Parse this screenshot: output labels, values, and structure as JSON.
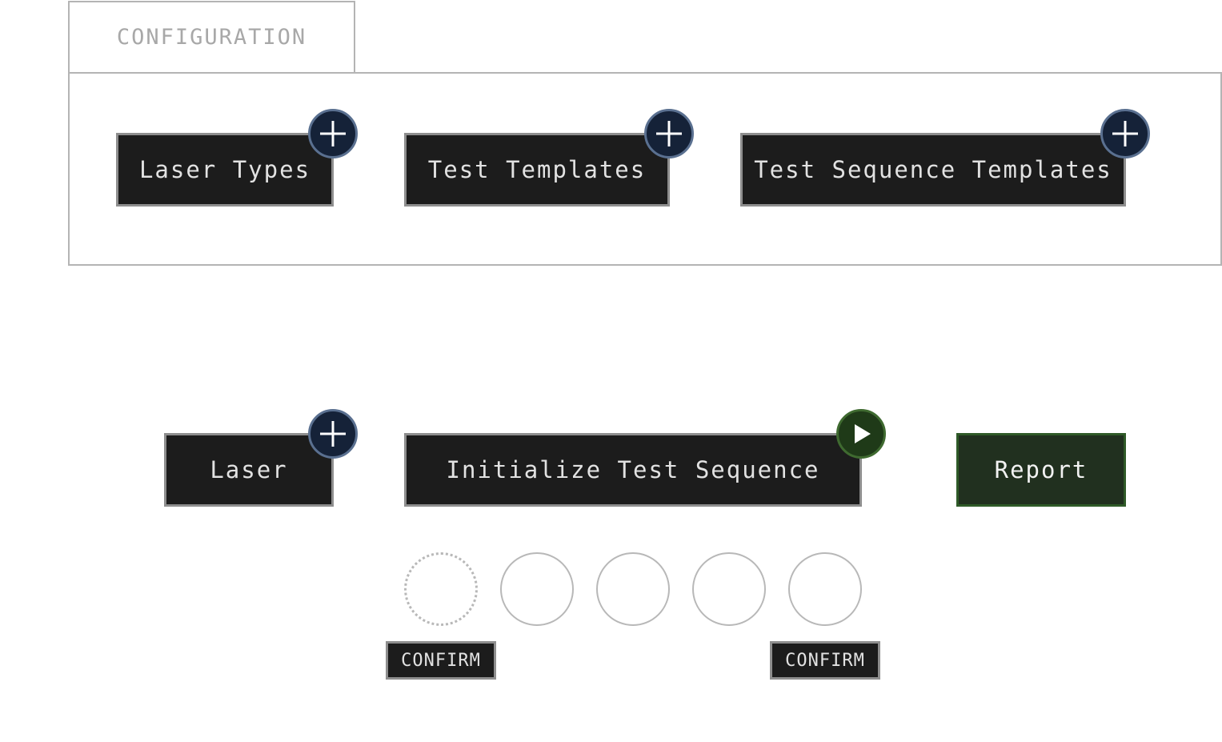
{
  "configuration": {
    "tab_label": "CONFIGURATION",
    "nodes": {
      "laser_types": "Laser Types",
      "test_templates": "Test Templates",
      "test_sequence_templates": "Test Sequence Templates"
    }
  },
  "workflow": {
    "laser": "Laser",
    "initialize_test_sequence": "Initialize Test Sequence",
    "report": "Report"
  },
  "steps": {
    "confirm_first": "CONFIRM",
    "confirm_last": "CONFIRM"
  },
  "colors": {
    "node_fill": "#1c1c1c",
    "plus_badge": "#152238",
    "play_badge": "#1f3a18",
    "report_fill": "#21301f"
  },
  "icons": {
    "add": "plus-icon",
    "run": "play-icon"
  }
}
